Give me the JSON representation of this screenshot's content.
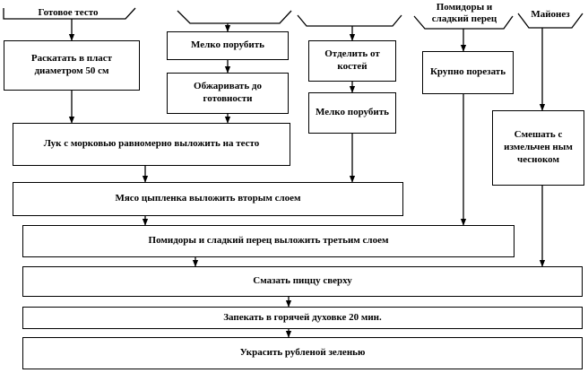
{
  "headers": {
    "dough": "Готовое тесто",
    "chicken": "",
    "onion": "",
    "tomato": "Помидоры и сладкий перец",
    "mayo": "Майонез"
  },
  "steps": {
    "roll_out": "Раскатать в пласт диаметром 50 см",
    "chop_fine": "Мелко порубить",
    "fry": "Обжаривать до готовности",
    "debone": "Отделить от костей",
    "chop_fine_2": "Мелко порубить",
    "cut_coarse": "Крупно порезать",
    "mix_garlic": "Смешать с измельчен ным чесноком",
    "onion_layer": "Лук с морковью равномерно выложить на тесто",
    "chicken_layer": "Мясо цыпленка выложить вторым слоем",
    "tomato_layer": "Помидоры и сладкий перец выложить третьим слоем",
    "grease": "Смазать пиццу сверху",
    "bake": "Запекать в горячей духовке 20 мин.",
    "garnish": "Украсить рубленой зеленью"
  }
}
